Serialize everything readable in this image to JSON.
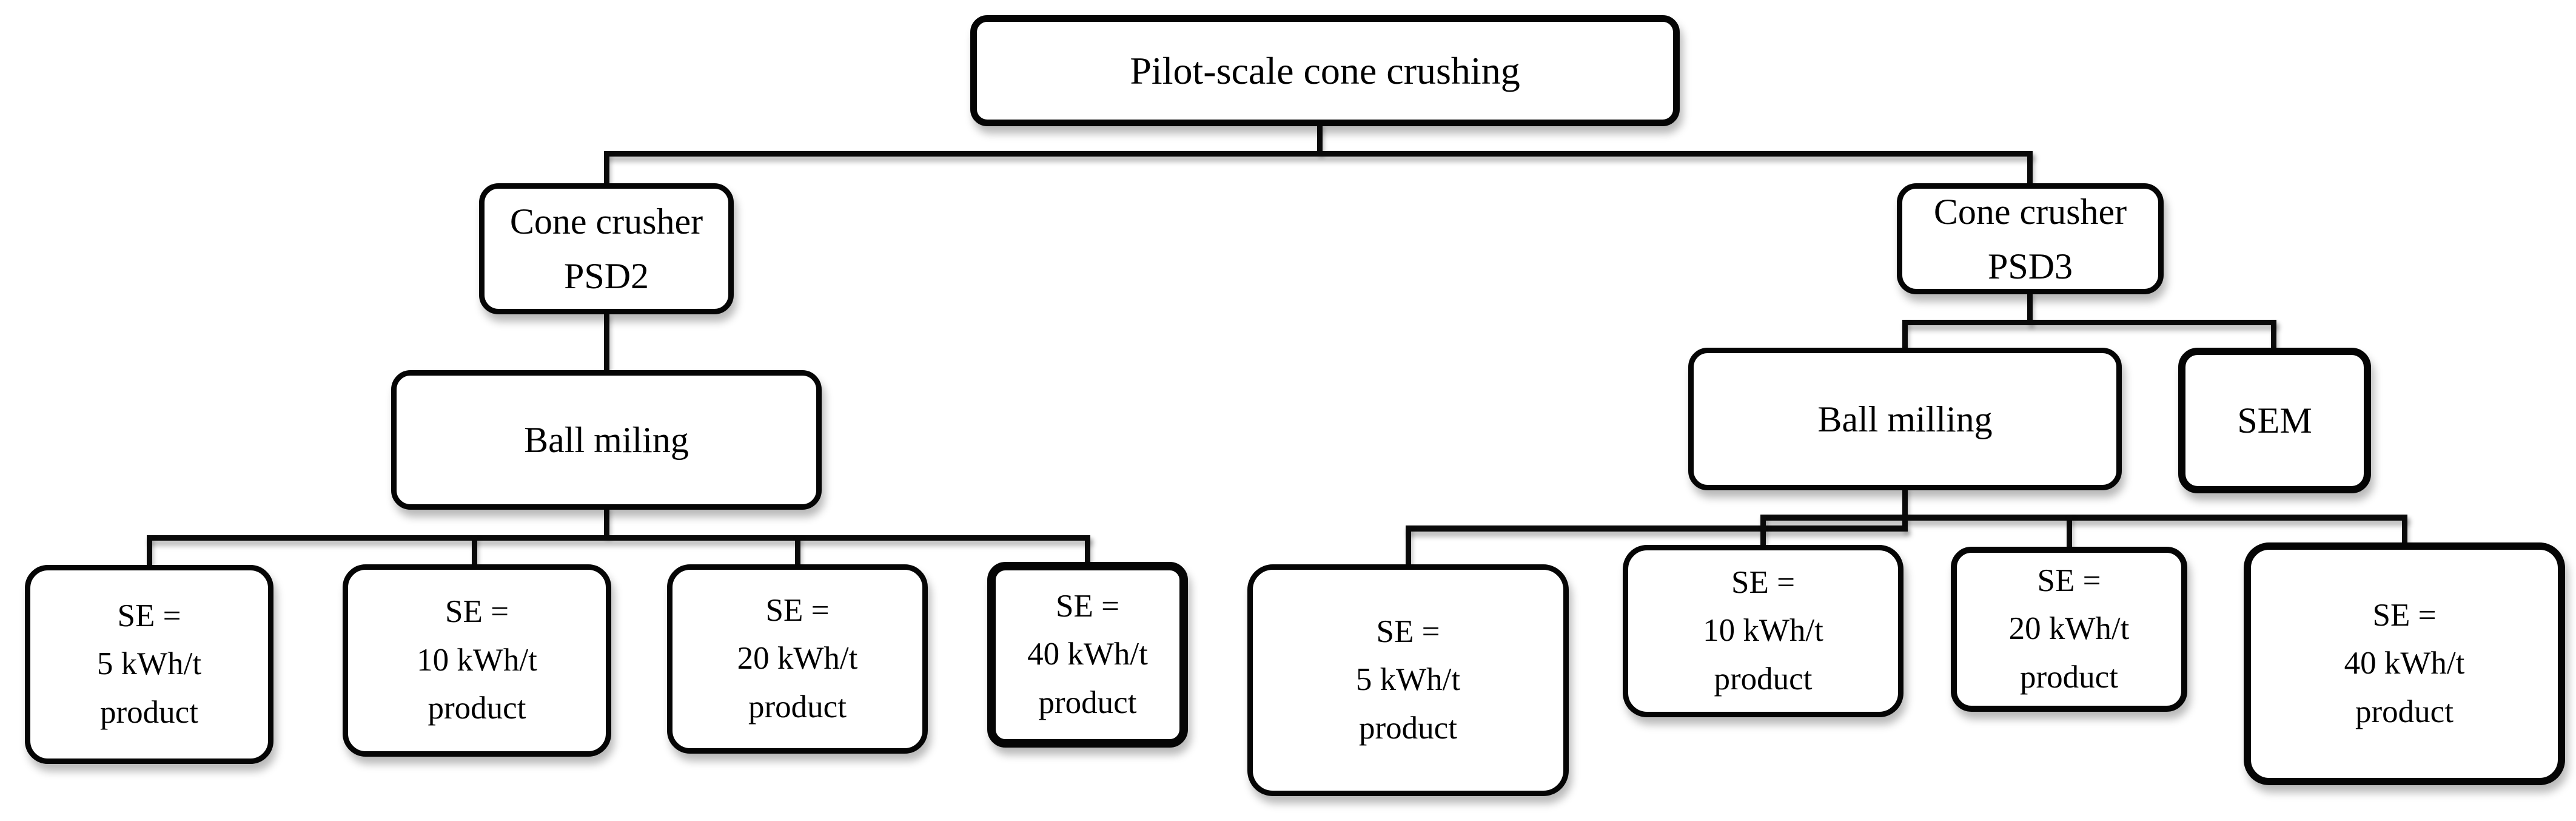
{
  "diagram": {
    "title": "Pilot-scale cone crushing experiment flowchart",
    "colors": {
      "background": "#ffffff",
      "box_fill": "#ffffff",
      "border": "#050505",
      "text": "#000000"
    },
    "nodes": {
      "root": {
        "label": "Pilot-scale cone crushing"
      },
      "psd2": {
        "label": "Cone crusher\nPSD2"
      },
      "psd3": {
        "label": "Cone crusher\nPSD3"
      },
      "ball_left": {
        "label": "Ball miling"
      },
      "ball_right": {
        "label": "Ball milling"
      },
      "sem": {
        "label": "SEM"
      },
      "se5_left": {
        "label": "SE =\n5 kWh/t\nproduct"
      },
      "se10_left": {
        "label": "SE =\n10 kWh/t\nproduct"
      },
      "se20_left": {
        "label": "SE =\n20 kWh/t\nproduct"
      },
      "se40_left": {
        "label": "SE =\n40 kWh/t\nproduct"
      },
      "se5_right": {
        "label": "SE =\n5 kWh/t\nproduct"
      },
      "se10_right": {
        "label": "SE =\n10 kWh/t\nproduct"
      },
      "se20_right": {
        "label": "SE =\n20 kWh/t\nproduct"
      },
      "se40_right": {
        "label": "SE =\n40 kWh/t\nproduct"
      }
    },
    "edges": [
      {
        "from": "root",
        "to": "psd2"
      },
      {
        "from": "root",
        "to": "psd3"
      },
      {
        "from": "psd2",
        "to": "ball_left"
      },
      {
        "from": "ball_left",
        "to": "se5_left"
      },
      {
        "from": "ball_left",
        "to": "se10_left"
      },
      {
        "from": "ball_left",
        "to": "se20_left"
      },
      {
        "from": "ball_left",
        "to": "se40_left"
      },
      {
        "from": "psd3",
        "to": "ball_right"
      },
      {
        "from": "psd3",
        "to": "sem"
      },
      {
        "from": "ball_right",
        "to": "se5_right"
      },
      {
        "from": "ball_right",
        "to": "se10_right"
      },
      {
        "from": "ball_right",
        "to": "se20_right"
      },
      {
        "from": "ball_right",
        "to": "se40_right"
      }
    ]
  }
}
